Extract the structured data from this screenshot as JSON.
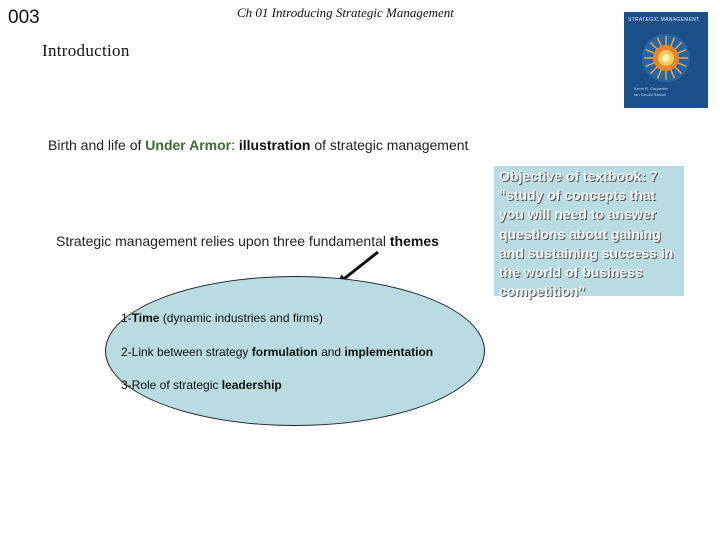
{
  "header": {
    "slide_number": "003",
    "chapter_title": "Ch 01 Introducing Strategic Management",
    "section_title": "Introduction"
  },
  "book_cover": {
    "title": "STRATEGIC MANAGEMENT",
    "authors": [
      "Kevin R. Carpenter",
      "Ian Gerald Seldon"
    ],
    "colors": {
      "background": "#1b4f8a",
      "sunburst": "#f2a83a"
    }
  },
  "intro": {
    "part1": "Birth and life of ",
    "brand": "Under Armor",
    "part2": ": ",
    "emphasis": "illustration",
    "part3": " of strategic management"
  },
  "objective": {
    "text": "Objective of textbook: 7 “study of concepts that you will need to answer questions about gaining and sustaining success in the world of business competition”"
  },
  "themes": {
    "lead": "Strategic management relies upon three fundamental ",
    "emphasis": "themes",
    "items": [
      {
        "number": "1-",
        "bold": "Time",
        "rest": " (dynamic industries and firms)"
      },
      {
        "prefix": "2-Link between strategy ",
        "bold1": "formulation",
        "mid": " and ",
        "bold2": "implementation"
      },
      {
        "prefix": "3-Role of strategic ",
        "bold": "leadership"
      }
    ]
  },
  "colors": {
    "accent_box": "#b9dce2",
    "brand_green": "#3c6b2f"
  }
}
